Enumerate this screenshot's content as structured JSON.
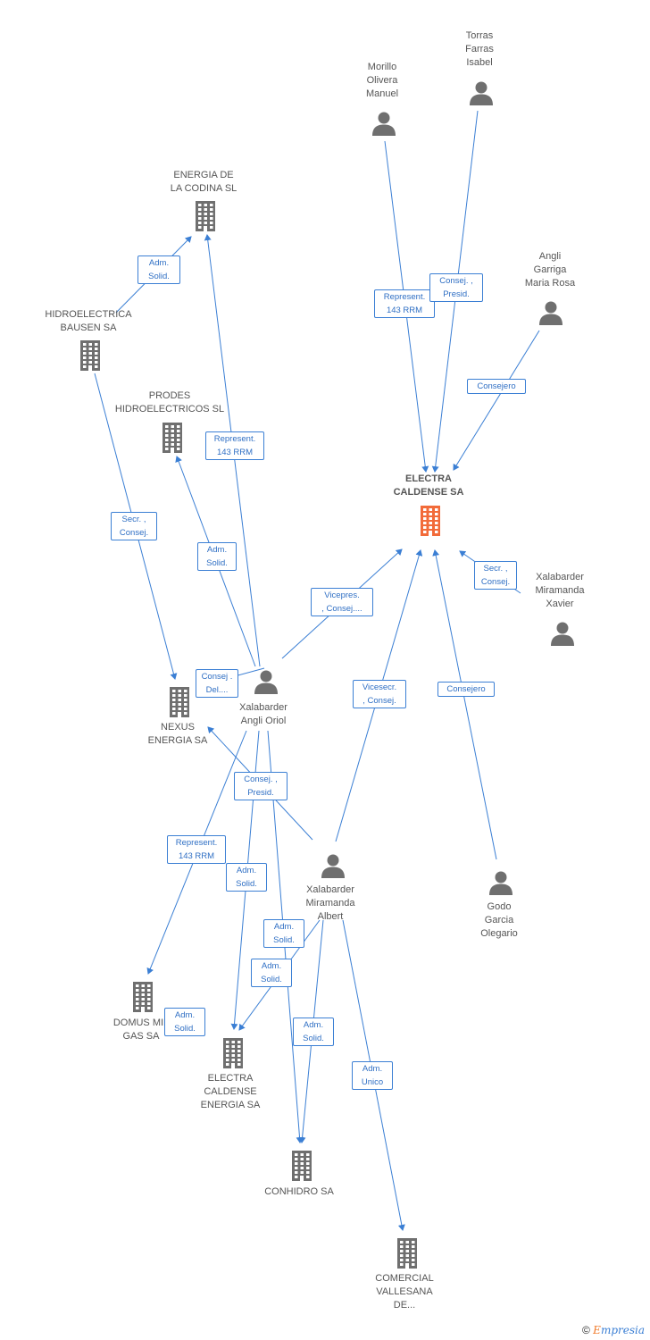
{
  "nodes": {
    "torras": {
      "label": "Torras\nFarras\nIsabel",
      "type": "person"
    },
    "morillo": {
      "label": "Morillo\nOlivera\nManuel",
      "type": "person"
    },
    "energia_codina": {
      "label": "ENERGIA DE\nLA CODINA SL",
      "type": "company"
    },
    "angli_garriga": {
      "label": "Angli\nGarriga\nMaria Rosa",
      "type": "person"
    },
    "hidro_bausen": {
      "label": "HIDROELECTRICA\nBAUSEN SA",
      "type": "company"
    },
    "prodes": {
      "label": "PRODES\nHIDROELECTRICOS SL",
      "type": "company"
    },
    "electra_caldense": {
      "label": "ELECTRA\nCALDENSE SA",
      "type": "company",
      "main": true
    },
    "xalabarder_xavier": {
      "label": "Xalabarder\nMiramanda\nXavier",
      "type": "person"
    },
    "xalabarder_oriol": {
      "label": "Xalabarder\nAngli Oriol",
      "type": "person"
    },
    "nexus": {
      "label": "NEXUS\nENERGIA SA",
      "type": "company"
    },
    "xalabarder_albert": {
      "label": "Xalabarder\nMiramanda\nAlbert",
      "type": "person"
    },
    "godo": {
      "label": "Godo\nGarcia\nOlegario",
      "type": "person"
    },
    "domus": {
      "label": "DOMUS MIL\nGAS SA",
      "type": "company"
    },
    "electra_energia": {
      "label": "ELECTRA\nCALDENSE\nENERGIA SA",
      "type": "company"
    },
    "conhidro": {
      "label": "CONHIDRO SA",
      "type": "company"
    },
    "comercial": {
      "label": "COMERCIAL\nVALLESANA\nDE...",
      "type": "company"
    }
  },
  "edges": [
    {
      "from": "morillo",
      "to": "electra_caldense",
      "label": "Represent.\n143 RRM"
    },
    {
      "from": "torras",
      "to": "electra_caldense",
      "label": "Consej. ,\nPresid."
    },
    {
      "from": "angli_garriga",
      "to": "electra_caldense",
      "label": "Consejero"
    },
    {
      "from": "hidro_bausen",
      "to": "energia_codina",
      "label": "Adm.\nSolid."
    },
    {
      "from": "xalabarder_oriol",
      "to": "energia_codina",
      "label": "Represent.\n143 RRM"
    },
    {
      "from": "xalabarder_oriol",
      "to": "prodes",
      "label": "Adm.\nSolid."
    },
    {
      "from": "hidro_bausen",
      "to": "nexus",
      "label": "Secr. ,\nConsej."
    },
    {
      "from": "xalabarder_oriol",
      "to": "electra_caldense",
      "label": "Vicepres.\n, Consej...."
    },
    {
      "from": "xalabarder_xavier",
      "to": "electra_caldense",
      "label": "Secr. ,\nConsej."
    },
    {
      "from": "xalabarder_oriol",
      "to": "nexus",
      "label": "Consej .\nDel...."
    },
    {
      "from": "xalabarder_albert",
      "to": "electra_caldense",
      "label": "Vicesecr.\n, Consej."
    },
    {
      "from": "godo",
      "to": "electra_caldense",
      "label": "Consejero"
    },
    {
      "from": "xalabarder_albert",
      "to": "nexus",
      "label": "Consej. ,\nPresid."
    },
    {
      "from": "xalabarder_oriol",
      "to": "domus",
      "label": "Represent.\n143 RRM"
    },
    {
      "from": "xalabarder_oriol",
      "to": "electra_energia",
      "label": "Adm.\nSolid."
    },
    {
      "from": "xalabarder_oriol",
      "to": "conhidro",
      "label": "Adm.\nSolid."
    },
    {
      "from": "xalabarder_albert",
      "to": "electra_energia",
      "label": "Adm.\nSolid."
    },
    {
      "from": "xalabarder_albert",
      "to": "conhidro",
      "label": "Adm.\nSolid."
    },
    {
      "from": "xalabarder_albert",
      "to": "comercial",
      "label": "Adm.\nUnico"
    },
    {
      "from": "electra_energia",
      "to": "domus",
      "label": "Adm.\nSolid."
    }
  ],
  "colors": {
    "edge": "#3b7fd4",
    "node_gray": "#6f6f6f",
    "main_node": "#f26b3a"
  },
  "footer": {
    "symbol": "©",
    "brand_first": "E",
    "brand_rest": "mpresia"
  }
}
